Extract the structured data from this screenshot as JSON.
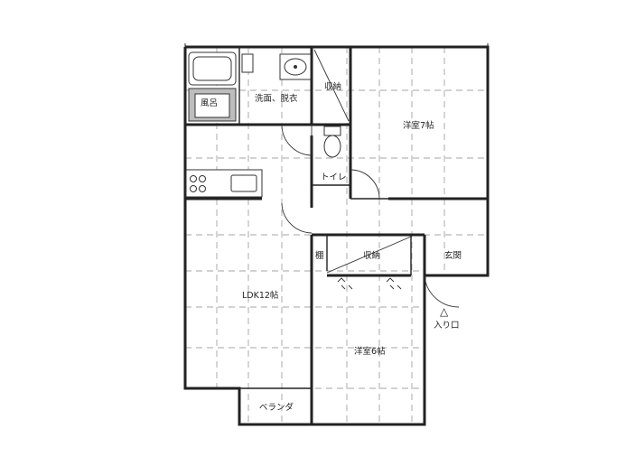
{
  "rooms": {
    "bath": "風呂",
    "washroom": "洗面、脱衣",
    "storage_top": "収納",
    "western7": "洋室7帖",
    "toilet": "トイレ",
    "shelf": "棚",
    "storage_mid": "収納",
    "entrance": "玄関",
    "ldk": "LDK12帖",
    "western6": "洋室6帖",
    "veranda": "ベランダ"
  },
  "entry": {
    "marker": "△",
    "label": "入り口"
  }
}
